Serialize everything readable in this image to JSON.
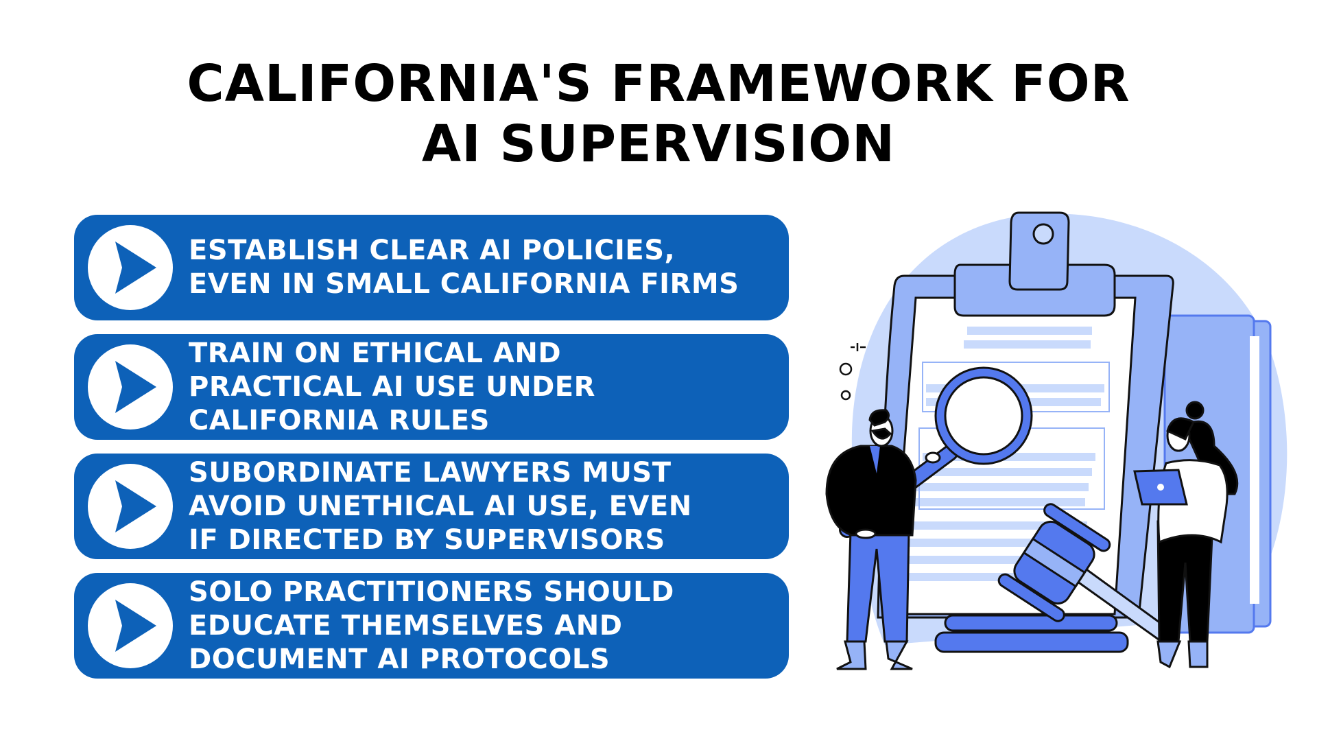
{
  "title": {
    "line1": "CALIFORNIA'S FRAMEWORK FOR",
    "line2": "AI SUPERVISION"
  },
  "colors": {
    "card": "#0d61b8",
    "card_text": "#ffffff",
    "title_text": "#000000",
    "illustration_light": "#c9dafc",
    "illustration_mid": "#96b3f7",
    "illustration_accent": "#5479ee"
  },
  "cards": [
    {
      "icon": "play-arrow-icon",
      "lines": [
        "ESTABLISH CLEAR AI POLICIES,",
        "EVEN IN SMALL CALIFORNIA FIRMS"
      ]
    },
    {
      "icon": "play-arrow-icon",
      "lines": [
        "TRAIN ON ETHICAL AND",
        "PRACTICAL AI USE UNDER",
        "CALIFORNIA RULES"
      ]
    },
    {
      "icon": "play-arrow-icon",
      "lines": [
        "SUBORDINATE LAWYERS MUST",
        "AVOID UNETHICAL AI USE, EVEN",
        "IF DIRECTED BY SUPERVISORS"
      ]
    },
    {
      "icon": "play-arrow-icon",
      "lines": [
        "SOLO PRACTITIONERS SHOULD",
        "EDUCATE THEMSELVES AND",
        "DOCUMENT AI PROTOCOLS"
      ]
    }
  ],
  "illustration": {
    "elements": [
      "clipboard-icon",
      "magnifying-glass-icon",
      "gavel-icon",
      "man-figure",
      "woman-figure",
      "tablet-icon",
      "folder-icon"
    ]
  }
}
